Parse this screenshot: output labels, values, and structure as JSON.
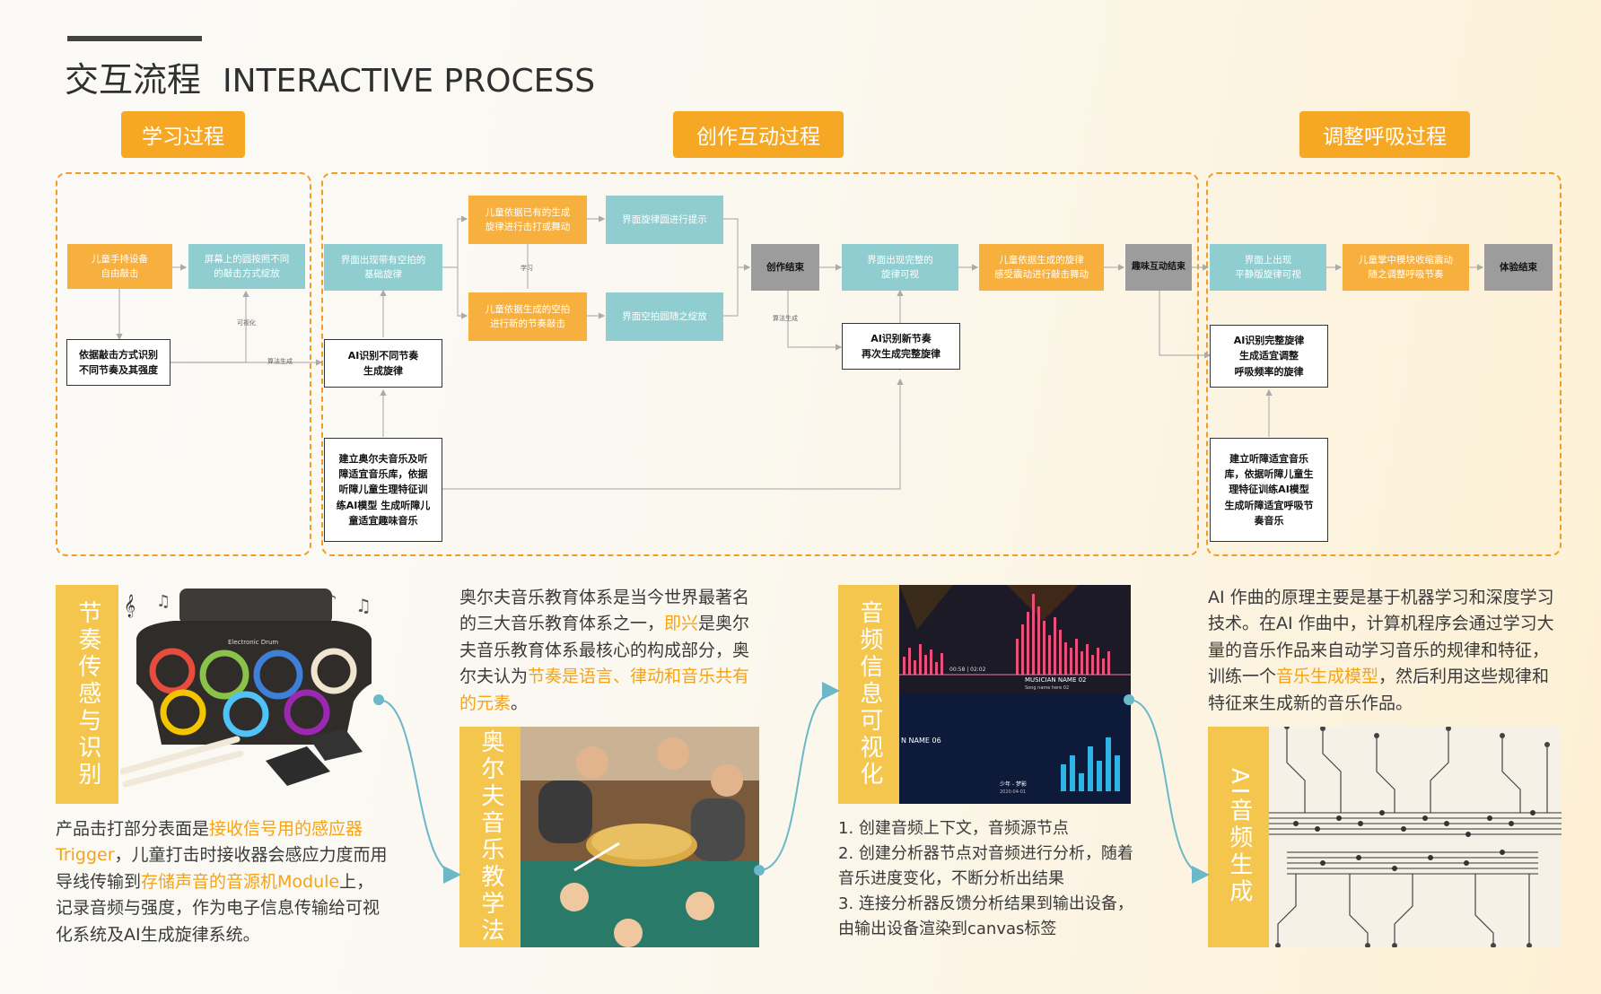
{
  "header": {
    "title_cn": "交互流程",
    "title_en": "INTERACTIVE PROCESS"
  },
  "phases": {
    "learning": "学习过程",
    "creation": "创作互动过程",
    "breathing": "调整呼吸过程"
  },
  "flow": {
    "n1": "儿童手持设备\n自由敲击",
    "n2": "屏幕上的圆按照不同\n的敲击方式绽放",
    "n3": "依据敲击方式识别\n不同节奏及其强度",
    "n4": "界面出现带有空拍的\n基础旋律",
    "n5": "AI识别不同节奏\n生成旋律",
    "n6": "建立奥尔夫音乐及听\n障适宜音乐库，依据\n听障儿童生理特征训\n练AI模型 生成听障儿\n童适宜趣味音乐",
    "n7": "儿童依据已有的生成\n旋律进行击打或舞动",
    "n8": "儿童依据生成的空拍\n进行新的节奏敲击",
    "n9": "界面旋律圆进行提示",
    "n10": "界面空拍圆随之绽放",
    "n11": "创作结束",
    "n12": "界面出现完整的\n旋律可视",
    "n13": "儿童依据生成的旋律\n感受震动进行敲击舞动",
    "n14": "趣味互动结束",
    "n15": "AI识别新节奏\n再次生成完整旋律",
    "n16": "界面上出现\n平静版旋律可视",
    "n17": "儿童掌中模块收缩震动\n随之调整呼吸节奏",
    "n18": "体验结束",
    "n19": "AI识别完整旋律\n生成适宜调整\n呼吸频率的旋律",
    "n20": "建立听障适宜音乐\n库，依据听障儿童生\n理特征训练AI模型\n生成听障适宜呼吸节\n奏音乐",
    "lbl_visual": "可视化",
    "lbl_algo1": "算法生成",
    "lbl_learn": "学习",
    "lbl_algo2": "算法生成"
  },
  "sections": {
    "rhythm": {
      "bar": "节奏传感与识别",
      "p1": "产品击打部分表面是",
      "h1": "接收信号用的感应器Trigger",
      "p2": "，儿童打击时接收器会感应力度而用导线传输到",
      "h2": "存储声音的音源机Module",
      "p3": "上，记录音频与强度，作为电子信息传输给可视化系统及AI生成旋律系统。"
    },
    "orff": {
      "bar": "奥尔夫音乐教学法",
      "p1": "奥尔夫音乐教育体系是当今世界最著名的三大音乐教育体系之一，",
      "h1": "即兴",
      "p2": "是奥尔夫音乐教育体系最核心的构成部分，奥尔夫认为",
      "h2": "节奏是语言、律动和音乐共有的元素",
      "p3": "。"
    },
    "audio": {
      "bar": "音频信息可视化",
      "items": [
        "1. 创建音频上下文，音频源节点",
        "2. 创建分析器节点对音频进行分析，随着音乐进度变化，不断分析出结果",
        "3. 连接分析器反馈分析结果到输出设备，由输出设备渲染到canvas标签"
      ],
      "screen_time": "00:58 | 02:02",
      "screen_title": "MUSICIAN NAME 02",
      "screen_sub": "Song name here 02",
      "screen_left": "N NAME 06",
      "screen_bottom": "少年 - 梦影",
      "screen_date": "2020-04-01"
    },
    "ai": {
      "bar": "AI音频生成",
      "p1": "AI 作曲的原理主要是基于机器学习和深度学习技术。在AI 作曲中，计算机程序会通过学习大量的音乐作品来自动学习音乐的规律和特征，训练一个",
      "h1": "音乐生成模型",
      "p2": "，然后利用这些规律和特征来生成新的音乐作品。"
    }
  },
  "drum": {
    "label": "Electronic Drum"
  },
  "colors": {
    "accent": "#f6a825",
    "teal": "#8fcdd0",
    "connector": "#6bb8c8"
  }
}
